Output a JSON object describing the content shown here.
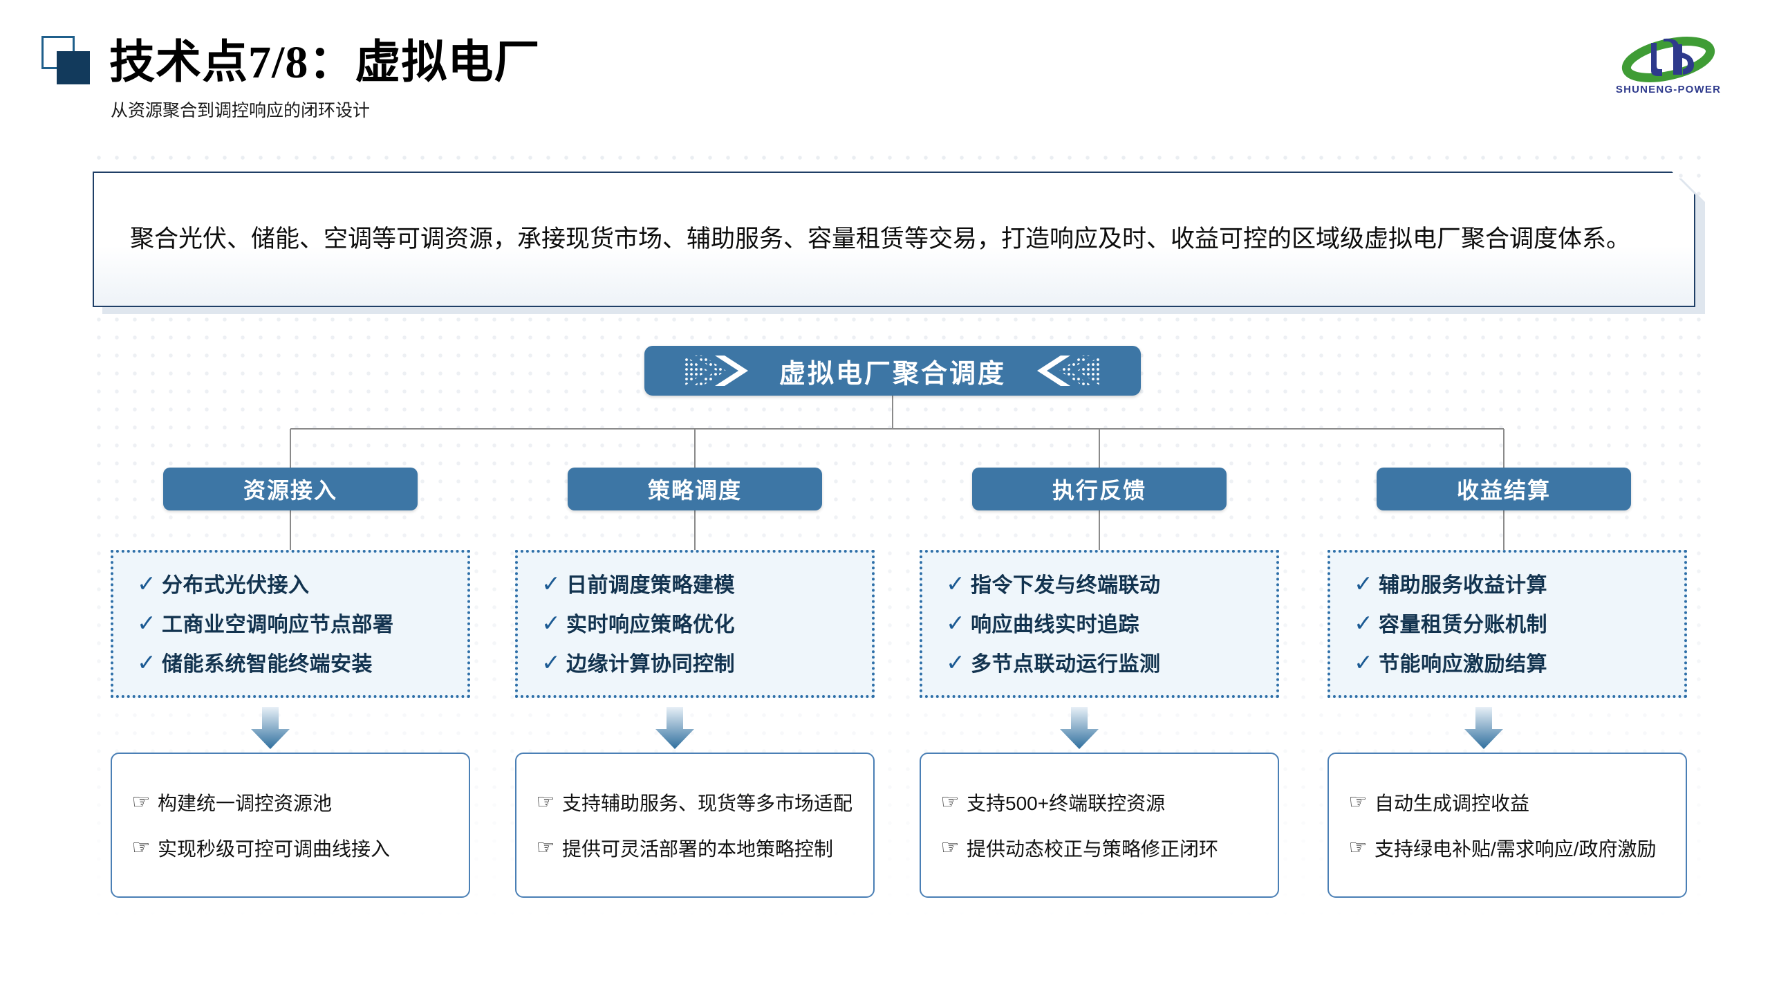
{
  "header": {
    "title": "技术点7/8：虚拟电厂",
    "subtitle": "从资源聚合到调控响应的闭环设计",
    "logo_text": "SHUNENG-POWER"
  },
  "description": "聚合光伏、储能、空调等可调资源，承接现货市场、辅助服务、容量租赁等交易，打造响应及时、收益可控的区域级虚拟电厂聚合调度体系。",
  "banner": {
    "title": "虚拟电厂聚合调度",
    "left_icon": "chevron-right-icon",
    "right_icon": "chevron-left-icon"
  },
  "colors": {
    "primary": "#3d76a5",
    "dark_navy": "#123a5c",
    "accent_border": "#2e6fa8",
    "card_fill": "#eff6fb",
    "logo_green": "#3f9c35",
    "logo_blue": "#2e3a8c"
  },
  "columns": [
    {
      "pill": "资源接入",
      "features": [
        "分布式光伏接入",
        "工商业空调响应节点部署",
        "储能系统智能终端安装"
      ],
      "outcomes": [
        "构建统一调控资源池",
        "实现秒级可控可调曲线接入"
      ]
    },
    {
      "pill": "策略调度",
      "features": [
        "日前调度策略建模",
        "实时响应策略优化",
        "边缘计算协同控制"
      ],
      "outcomes": [
        "支持辅助服务、现货等多市场适配",
        "提供可灵活部署的本地策略控制"
      ]
    },
    {
      "pill": "执行反馈",
      "features": [
        "指令下发与终端联动",
        "响应曲线实时追踪",
        "多节点联动运行监测"
      ],
      "outcomes": [
        "支持500+终端联控资源",
        "提供动态校正与策略修正闭环"
      ]
    },
    {
      "pill": "收益结算",
      "features": [
        "辅助服务收益计算",
        "容量租赁分账机制",
        "节能响应激励结算"
      ],
      "outcomes": [
        "自动生成调控收益",
        "支持绿电补贴/需求响应/政府激励"
      ]
    }
  ],
  "icons": {
    "check": "✓",
    "hand": "☞"
  }
}
